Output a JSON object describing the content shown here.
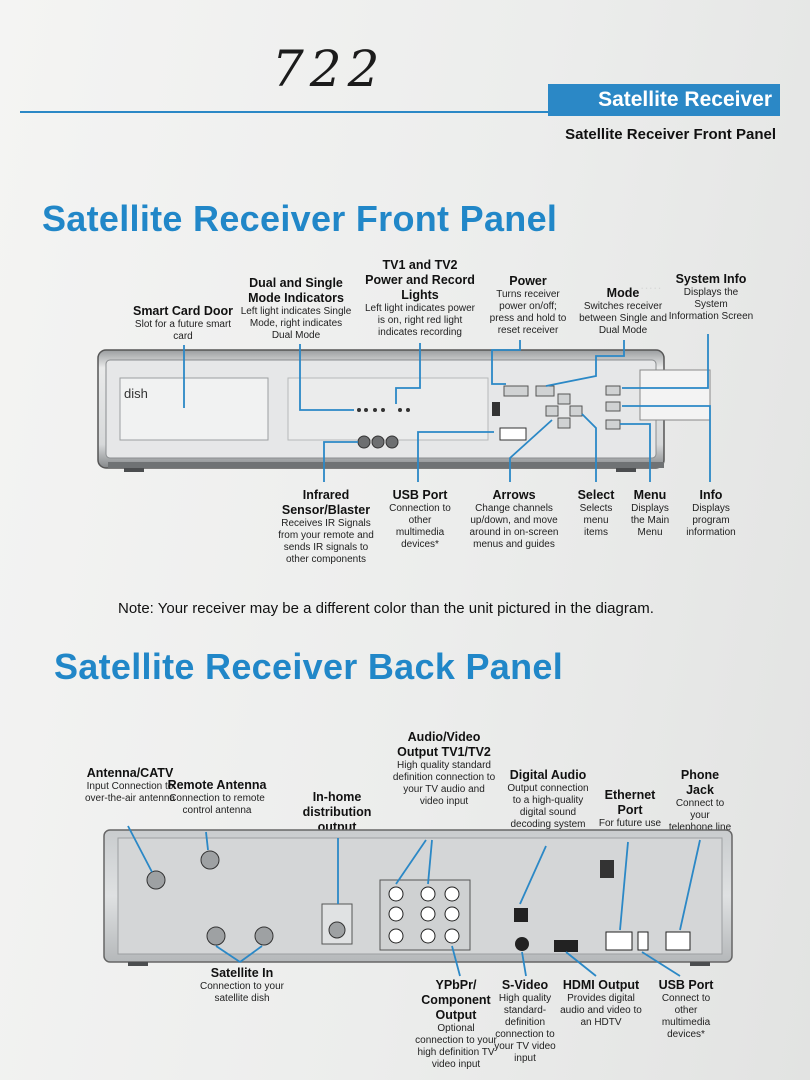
{
  "handwritten_number": "722",
  "header": {
    "banner": "Satellite Receiver",
    "subtitle": "Satellite Receiver Front Panel"
  },
  "front": {
    "title": "Satellite Receiver Front Panel",
    "device": {
      "brand": "dish"
    },
    "labels": {
      "smart_card": {
        "title": "Smart Card Door",
        "desc": "Slot for a future smart card"
      },
      "mode_indicators": {
        "title": "Dual and Single Mode Indicators",
        "desc": "Left light indicates Single Mode, right indicates Dual Mode"
      },
      "tv_lights": {
        "title": "TV1 and TV2 Power and Record Lights",
        "desc": "Left light indicates power is on, right red light indicates recording"
      },
      "power": {
        "title": "Power",
        "desc": "Turns receiver power on/off; press and hold to reset receiver"
      },
      "mode": {
        "title": "Mode",
        "desc": "Switches receiver between Single and Dual Mode"
      },
      "system_info": {
        "title": "System Info",
        "desc": "Displays the System Information Screen"
      },
      "infrared": {
        "title": "Infrared Sensor/Blaster",
        "desc": "Receives IR Signals from your remote and sends IR signals to other components"
      },
      "usb": {
        "title": "USB Port",
        "desc": "Connection to other multimedia devices*"
      },
      "arrows": {
        "title": "Arrows",
        "desc": "Change channels up/down, and move around in on-screen menus and guides"
      },
      "select": {
        "title": "Select",
        "desc": "Selects menu items"
      },
      "menu": {
        "title": "Menu",
        "desc": "Displays the Main Menu"
      },
      "info": {
        "title": "Info",
        "desc": "Displays program information"
      }
    }
  },
  "note": "Note: Your receiver may be a different color than the unit pictured in the diagram.",
  "back": {
    "title": "Satellite Receiver Back Panel",
    "labels": {
      "antenna": {
        "title": "Antenna/CATV",
        "desc": "Input Connection to over-the-air antenna"
      },
      "remote_antenna": {
        "title": "Remote Antenna",
        "desc": "Connection to remote control antenna"
      },
      "inhome": {
        "title": "In-home distribution output",
        "desc": ""
      },
      "av_out": {
        "title": "Audio/Video Output TV1/TV2",
        "desc": "High quality standard definition connection to your TV audio and video input"
      },
      "digital_audio": {
        "title": "Digital Audio",
        "desc": "Output connection to a high-quality digital sound decoding system"
      },
      "ethernet": {
        "title": "Ethernet Port",
        "desc": "For future use"
      },
      "phone": {
        "title": "Phone Jack",
        "desc": "Connect to your telephone line"
      },
      "satellite_in": {
        "title": "Satellite In",
        "desc": "Connection to your satellite dish"
      },
      "ypbpr": {
        "title": "YPbPr/ Component Output",
        "desc": "Optional connection to your high definition TV video input"
      },
      "svideo": {
        "title": "S-Video",
        "desc": "High quality standard-definition connection to your TV video input"
      },
      "hdmi": {
        "title": "HDMI Output",
        "desc": "Provides digital audio and video to an HDTV"
      },
      "usb2": {
        "title": "USB Port",
        "desc": "Connect to other multimedia devices*"
      }
    }
  }
}
